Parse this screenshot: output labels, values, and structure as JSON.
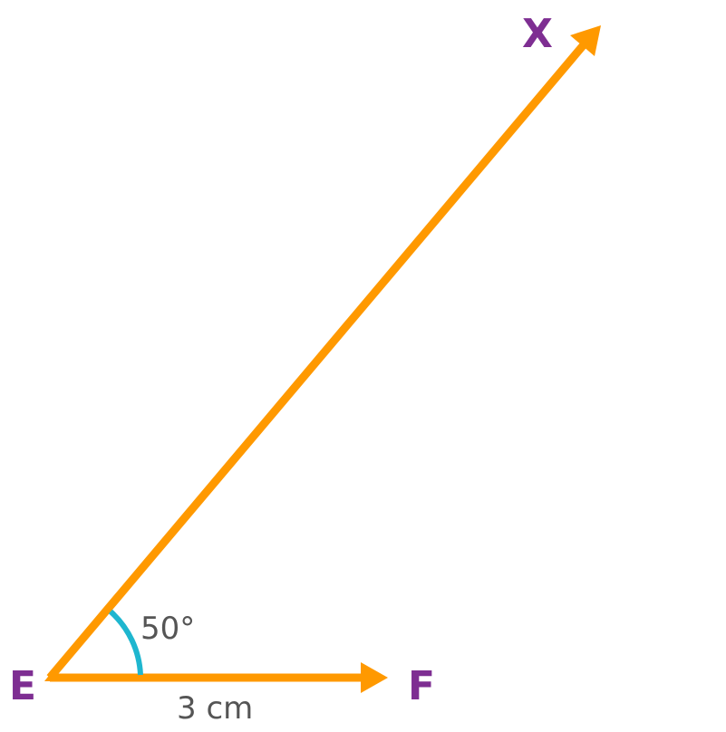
{
  "diagram": {
    "points": {
      "E": {
        "label": "E"
      },
      "F": {
        "label": "F"
      },
      "X": {
        "label": "X"
      }
    },
    "angle_label": "50°",
    "segment_label": "3 cm",
    "colors": {
      "ray": "#FF9900",
      "arc": "#1EB6CF",
      "point_label": "#7E2E92",
      "measure_label": "#555555",
      "background": "#FFFFFF"
    }
  }
}
